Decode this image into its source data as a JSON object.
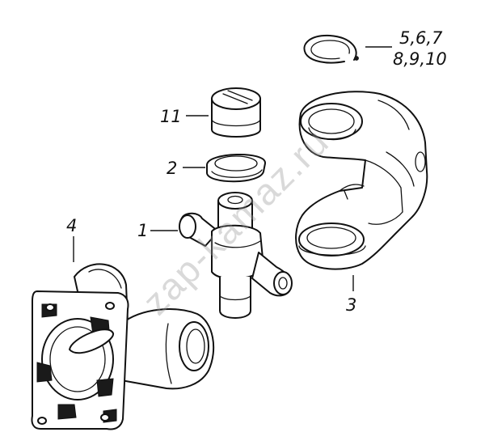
{
  "callouts": [
    {
      "id": "ring",
      "label": "5,6,7"
    },
    {
      "id": "ring-b",
      "label": "8,9,10"
    },
    {
      "id": "cup",
      "label": "11"
    },
    {
      "id": "seal",
      "label": "2"
    },
    {
      "id": "cross",
      "label": "1"
    },
    {
      "id": "flange",
      "label": "4"
    },
    {
      "id": "yoke",
      "label": "3"
    }
  ],
  "watermark": "zap-kamaz.ru",
  "colors": {
    "line": "#111111",
    "background": "#ffffff",
    "watermark": "#9a9a9a"
  }
}
